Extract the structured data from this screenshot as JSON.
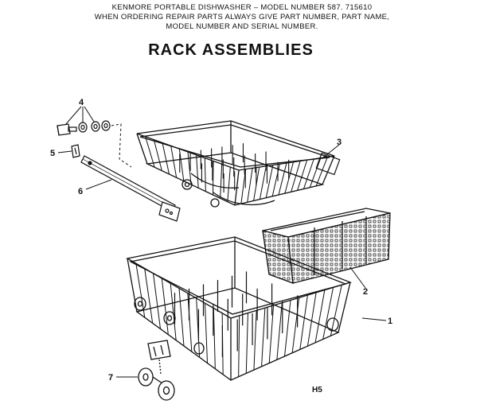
{
  "header": {
    "line1": "KENMORE PORTABLE DISHWASHER – MODEL NUMBER 587. 715610",
    "line2": "WHEN ORDERING REPAIR PARTS ALWAYS GIVE PART NUMBER, PART NAME,",
    "line3": "MODEL NUMBER AND SERIAL NUMBER."
  },
  "title": "RACK ASSEMBLIES",
  "callouts": {
    "c1": "1",
    "c2": "2",
    "c3": "3",
    "c4": "4",
    "c5": "5",
    "c6": "6",
    "c7": "7"
  },
  "page_code": "H5"
}
